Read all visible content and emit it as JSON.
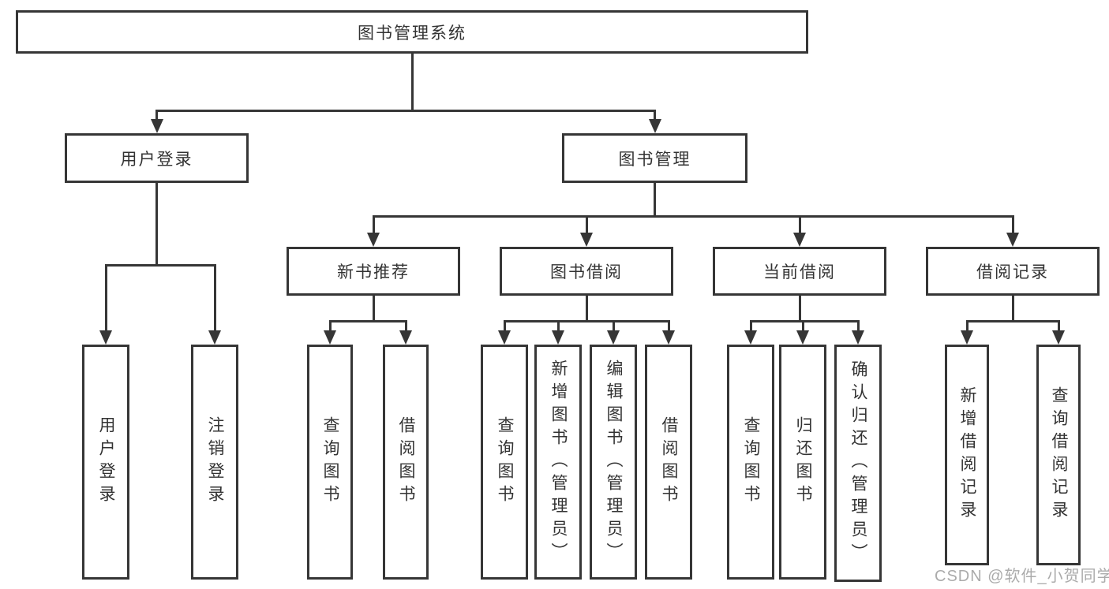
{
  "diagram": {
    "root": "图书管理系统",
    "level1": [
      "用户登录",
      "图书管理"
    ],
    "level2": [
      "新书推荐",
      "图书借阅",
      "当前借阅",
      "借阅记录"
    ],
    "leaves_user_login": [
      "用户登录",
      "注销登录"
    ],
    "leaves_new_books": [
      "查询图书",
      "借阅图书"
    ],
    "leaves_book_borrow": [
      "查询图书",
      "新增图书（管理员）",
      "编辑图书（管理员）",
      "借阅图书"
    ],
    "leaves_current_borrow": [
      "查询图书",
      "归还图书",
      "确认归还（管理员）"
    ],
    "leaves_borrow_records": [
      "新增借阅记录",
      "查询借阅记录"
    ]
  },
  "colors": {
    "line": "#363636",
    "text": "#333333",
    "background": "#ffffff",
    "watermark": "#ababab"
  },
  "watermark": "CSDN @软件_小贺同学"
}
